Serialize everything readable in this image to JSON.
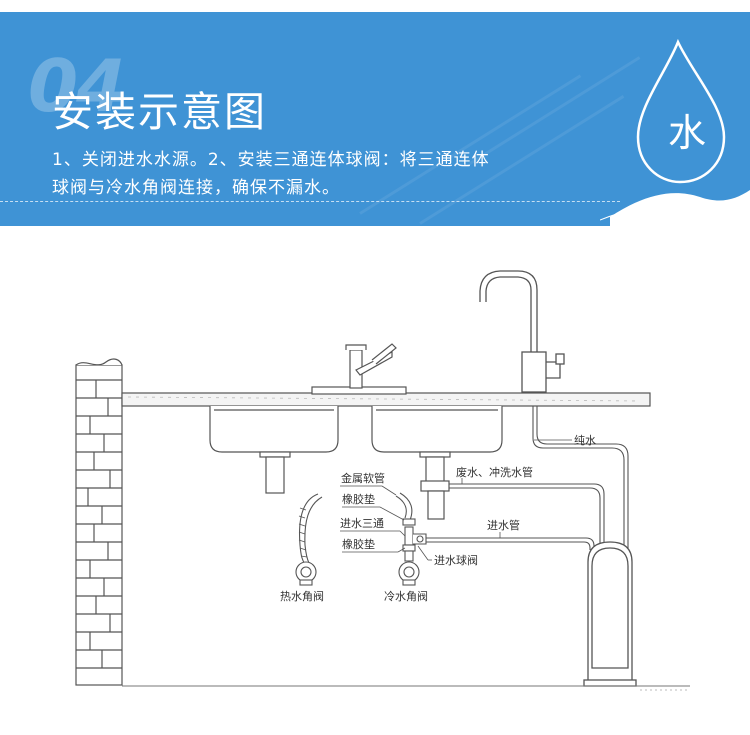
{
  "header": {
    "step_number": "04",
    "title": "安装示意图",
    "description_line1": "1、关闭进水水源。2、安装三通连体球阀：将三通连体",
    "description_line2": "球阀与冷水角阀连接，确保不漏水。",
    "logo_char": "水",
    "background_color": "#3f93d5"
  },
  "diagram": {
    "labels": {
      "pure_water": "纯水",
      "drain_pipe": "废水、冲洗水管",
      "inlet_pipe": "进水管",
      "metal_hose": "金属软管",
      "rubber_gasket_top": "橡胶垫",
      "inlet_tee": "进水三通",
      "rubber_gasket_bottom": "橡胶垫",
      "inlet_ball_valve": "进水球阀",
      "hot_angle_valve": "热水角阀",
      "cold_angle_valve": "冷水角阀"
    }
  }
}
